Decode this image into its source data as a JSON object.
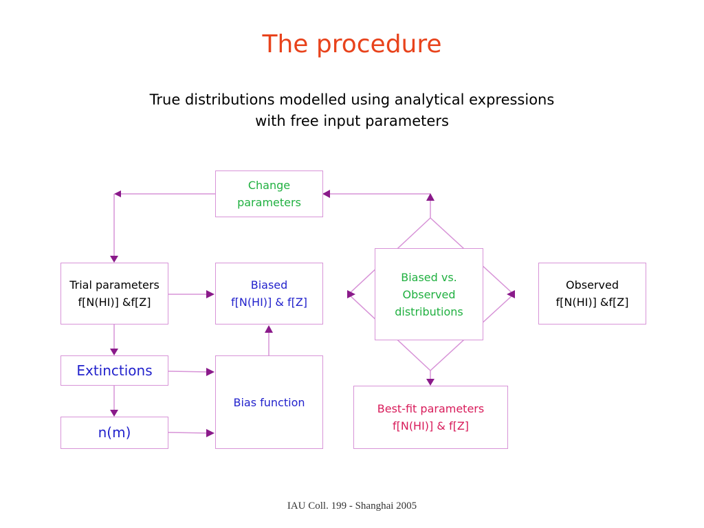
{
  "slide": {
    "title": "The procedure",
    "subtitle_line1": "True distributions modelled using analytical expressions",
    "subtitle_line2": "with free input parameters",
    "footer": "IAU Coll. 199 - Shanghai 2005"
  },
  "boxes": {
    "change": {
      "line1": "Change",
      "line2": "parameters"
    },
    "trial": {
      "line1": "Trial parameters",
      "line2": "f[N(HI)] &f[Z]"
    },
    "biased": {
      "line1": "Biased",
      "line2": "f[N(HI)] & f[Z]"
    },
    "compare": {
      "line1": "Biased vs.",
      "line2": "Observed",
      "line3": "distributions"
    },
    "observed": {
      "line1": "Observed",
      "line2": "f[N(HI)] &f[Z]"
    },
    "extinctions": {
      "label": "Extinctions"
    },
    "nm": {
      "label": "n(m)"
    },
    "bias_function": {
      "label": "Bias function"
    },
    "bestfit": {
      "line1": "Best-fit parameters",
      "line2": "f[N(HI)] & f[Z]"
    }
  },
  "colors": {
    "title": "#e8431c",
    "connector": "#d793d7",
    "arrowhead": "#8a1a8a",
    "green_text": "#20b040",
    "blue_text": "#2222cc",
    "pink_text": "#d81b5a"
  }
}
